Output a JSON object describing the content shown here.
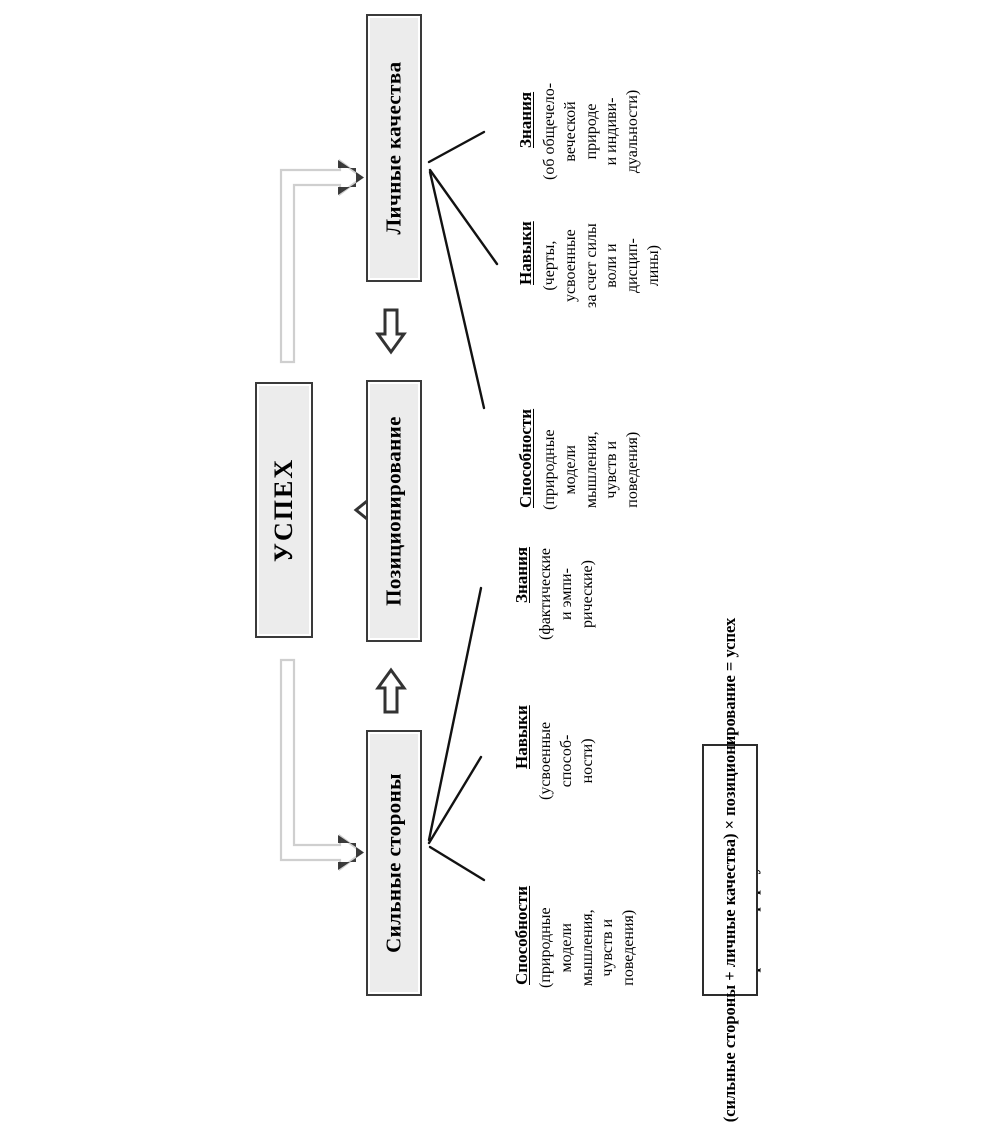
{
  "diagram": {
    "orientation": "rotated-90-ccw",
    "colors": {
      "box_fill": "#ececec",
      "box_border": "#3a3a3a",
      "gray_arrow": "#cccccc",
      "dark_arrow": "#333333",
      "line": "#1a1a1a",
      "background": "#ffffff"
    },
    "boxes": {
      "personal_qualities": "Личные качества",
      "positioning": "Позиционирование",
      "success": "УСПЕХ",
      "strengths": "Сильные стороны"
    },
    "personal_qualities_items": [
      {
        "title": "Знания",
        "desc": "(об общечело-\nвеческой\nприроде\nи индиви-\nдуальности)"
      },
      {
        "title": "Навыки",
        "desc": "(черты,\nусвоенные\nза счет силы\nволи и\nдисцип-\nлины)"
      },
      {
        "title": "Способности",
        "desc": "(природные\nмодели\nмышления,\nчувств и\nповедения)"
      }
    ],
    "strengths_items": [
      {
        "title": "Знания",
        "desc": "(фактические\nи эмпи-\nрические)"
      },
      {
        "title": "Навыки",
        "desc": "(усвоенные\nспособ-\nности)"
      },
      {
        "title": "Способности",
        "desc": "(природные\nмодели\nмышления,\nчувств и\nповедения)"
      }
    ],
    "formula": {
      "label": "Краткая формула:",
      "expression": "(сильные стороны + личные качества) × позиционирование = успех"
    },
    "arrows": [
      {
        "name": "positioning-to-personal",
        "direction": "down"
      },
      {
        "name": "positioning-to-success",
        "direction": "left"
      },
      {
        "name": "strengths-to-success",
        "direction": "up"
      },
      {
        "name": "success-to-personal-gray",
        "direction": "right"
      },
      {
        "name": "success-to-strengths-gray",
        "direction": "right"
      }
    ]
  }
}
